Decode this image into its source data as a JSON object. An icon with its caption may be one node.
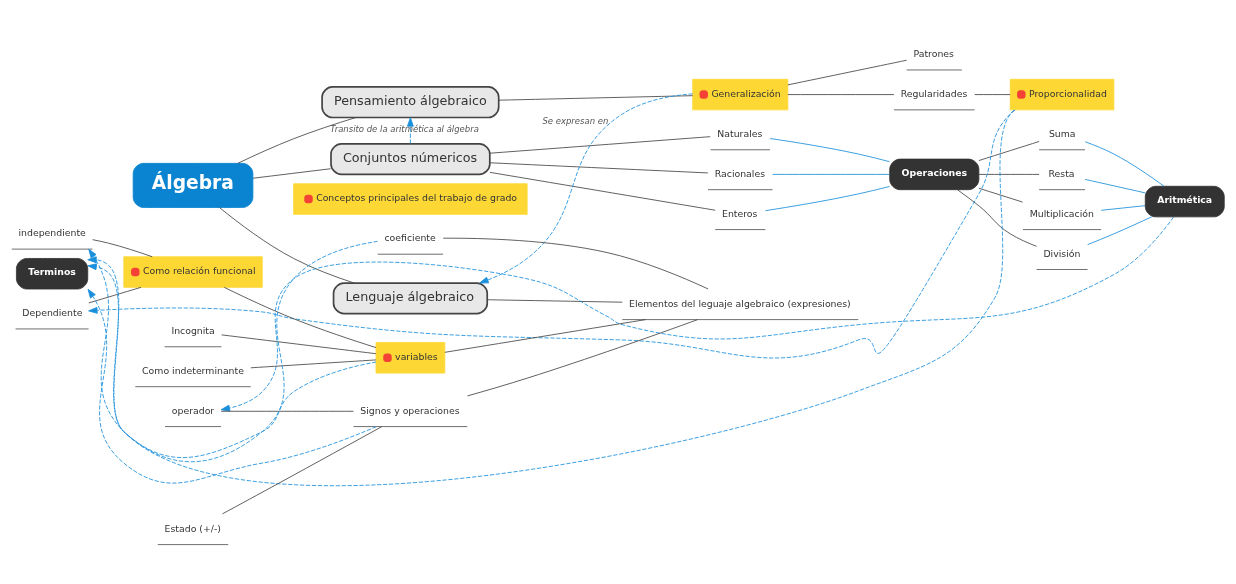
{
  "diagram": {
    "nodes": [
      {
        "text": [
          "Álgebra"
        ]
      },
      {
        "text": [
          "Conjuntos númericos"
        ]
      },
      {
        "text": [
          "Pensamiento álgebraico"
        ]
      },
      {
        "text": [
          "Lenguaje álgebraico"
        ]
      },
      {
        "text": [
          "Naturales"
        ]
      },
      {
        "text": [
          "Racionales"
        ]
      },
      {
        "text": [
          "Enteros"
        ]
      },
      {
        "text": [
          "Operaciones"
        ]
      },
      {
        "text": [
          "Suma"
        ]
      },
      {
        "text": [
          "Resta"
        ]
      },
      {
        "text": [
          "Multiplicación"
        ]
      },
      {
        "text": [
          "División"
        ]
      },
      {
        "text": [
          "Aritmética"
        ]
      },
      {
        "text": [
          "Generalización"
        ]
      },
      {
        "text": [
          "Patrones"
        ]
      },
      {
        "text": [
          "Regularidades"
        ]
      },
      {
        "text": [
          "Proporcionalidad"
        ]
      },
      {
        "text": [
          "Dependiente"
        ]
      },
      {
        "text": [
          "independiente"
        ]
      },
      {
        "text": [
          "Incognita"
        ]
      },
      {
        "text": [
          "Como relación funcional"
        ]
      },
      {
        "text": [
          "Como indeterminante"
        ]
      },
      {
        "text": [
          "Terminos"
        ]
      },
      {
        "text": [
          "Estado (+/-)"
        ]
      },
      {
        "text": [
          "operador"
        ]
      },
      {
        "text": [
          "variables"
        ]
      },
      {
        "text": [
          "coeficiente"
        ]
      },
      {
        "text": [
          "Signos y operaciones"
        ]
      },
      {
        "text": [
          "Elementos del leguaje algebraico (expresiones)"
        ]
      }
    ],
    "edges": [
      {
        "from": 0,
        "to": 1,
        "arrow": "none"
      },
      {
        "from": 0,
        "to": 2,
        "arrow": "none"
      },
      {
        "from": 0,
        "to": 3,
        "arrow": "none"
      },
      {
        "from": 1,
        "to": 4,
        "arrow": "none"
      },
      {
        "from": 1,
        "to": 5,
        "arrow": "none"
      },
      {
        "from": 1,
        "to": 6,
        "arrow": "none"
      },
      {
        "from": 4,
        "to": 7,
        "arrow": "none",
        "color": "#1a8fdb"
      },
      {
        "from": 5,
        "to": 7,
        "arrow": "none",
        "color": "#1a8fdb"
      },
      {
        "from": 6,
        "to": 7,
        "arrow": "none",
        "color": "#1a8fdb"
      },
      {
        "from": 7,
        "to": 8,
        "arrow": "none"
      },
      {
        "from": 7,
        "to": 9,
        "arrow": "none"
      },
      {
        "from": 7,
        "to": 10,
        "arrow": "none"
      },
      {
        "from": 7,
        "to": 11,
        "arrow": "none"
      },
      {
        "from": 8,
        "to": 12,
        "arrow": "none",
        "color": "#1a8fdb"
      },
      {
        "from": 9,
        "to": 12,
        "arrow": "none",
        "color": "#1a8fdb"
      },
      {
        "from": 10,
        "to": 12,
        "arrow": "none",
        "color": "#1a8fdb"
      },
      {
        "from": 11,
        "to": 12,
        "arrow": "none",
        "color": "#1a8fdb"
      },
      {
        "from": 1,
        "to": 2,
        "label": "Transito de la aritmética al álgebra",
        "arrow": "to",
        "style": "dashed",
        "color": "#1a8fdb"
      },
      {
        "from": 2,
        "to": 13,
        "arrow": "none"
      },
      {
        "from": 13,
        "to": 14,
        "arrow": "none"
      },
      {
        "from": 13,
        "to": 15,
        "arrow": "none"
      },
      {
        "from": 15,
        "to": 16,
        "arrow": "none"
      },
      {
        "from": 16,
        "to": 17,
        "arrow": "to",
        "style": "dashed",
        "color": "#1a8fdb"
      },
      {
        "from": 16,
        "to": 18,
        "arrow": "to",
        "style": "dashed",
        "color": "#1a8fdb"
      },
      {
        "from": 17,
        "to": 20,
        "arrow": "none"
      },
      {
        "from": 18,
        "to": 20,
        "arrow": "none"
      },
      {
        "from": 13,
        "to": 3,
        "label": "Se expresan en",
        "arrow": "to",
        "style": "dashed",
        "color": "#1a8fdb"
      },
      {
        "from": 12,
        "to": 24,
        "arrow": "to",
        "style": "dashed",
        "color": "#1a8fdb"
      },
      {
        "from": 19,
        "to": 25,
        "arrow": "none"
      },
      {
        "from": 20,
        "to": 25,
        "arrow": "none"
      },
      {
        "from": 21,
        "to": 25,
        "arrow": "none"
      },
      {
        "from": 23,
        "to": 27,
        "arrow": "none"
      },
      {
        "from": 24,
        "to": 27,
        "arrow": "none"
      },
      {
        "from": 25,
        "to": 22,
        "arrow": "to",
        "style": "dashed",
        "color": "#1a8fdb"
      },
      {
        "from": 26,
        "to": 22,
        "arrow": "to",
        "style": "dashed",
        "color": "#1a8fdb"
      },
      {
        "from": 27,
        "to": 22,
        "arrow": "to",
        "style": "dashed",
        "color": "#1a8fdb"
      },
      {
        "from": 25,
        "to": 28,
        "arrow": "none"
      },
      {
        "from": 26,
        "to": 28,
        "arrow": "none"
      },
      {
        "from": 27,
        "to": 28,
        "arrow": "none"
      },
      {
        "from": 3,
        "to": 28,
        "arrow": "none"
      }
    ],
    "legend": [
      {
        "text": "Conceptos principales del trabajo de grado",
        "color": "#f44336"
      }
    ]
  }
}
